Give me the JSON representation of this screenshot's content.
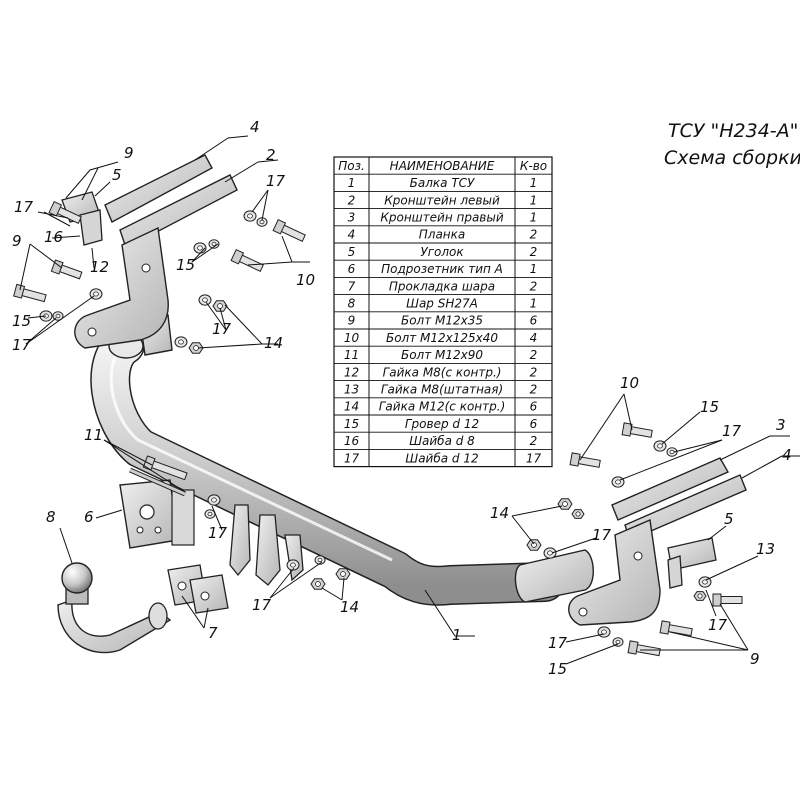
{
  "title": {
    "line1": "ТСУ \"Н234-А\"",
    "line2": "Схема сборки"
  },
  "table": {
    "headers": [
      "Поз.",
      "НАИМЕНОВАНИЕ",
      "К-во"
    ],
    "rows": [
      {
        "pos": "1",
        "name": "Балка ТСУ",
        "qty": "1"
      },
      {
        "pos": "2",
        "name": "Кронштейн левый",
        "qty": "1"
      },
      {
        "pos": "3",
        "name": "Кронштейн правый",
        "qty": "1"
      },
      {
        "pos": "4",
        "name": "Планка",
        "qty": "2"
      },
      {
        "pos": "5",
        "name": "Уголок",
        "qty": "2"
      },
      {
        "pos": "6",
        "name": "Подрозетник тип А",
        "qty": "1"
      },
      {
        "pos": "7",
        "name": "Прокладка шара",
        "qty": "2"
      },
      {
        "pos": "8",
        "name": "Шар SH27A",
        "qty": "1"
      },
      {
        "pos": "9",
        "name": "Болт М12х35",
        "qty": "6"
      },
      {
        "pos": "10",
        "name": "Болт М12х125х40",
        "qty": "4"
      },
      {
        "pos": "11",
        "name": "Болт М12х90",
        "qty": "2"
      },
      {
        "pos": "12",
        "name": "Гайка М8(с контр.)",
        "qty": "2"
      },
      {
        "pos": "13",
        "name": "Гайка М8(штатная)",
        "qty": "2"
      },
      {
        "pos": "14",
        "name": "Гайка М12(с контр.)",
        "qty": "6"
      },
      {
        "pos": "15",
        "name": "Гровер d 12",
        "qty": "6"
      },
      {
        "pos": "16",
        "name": "Шайба d 8",
        "qty": "2"
      },
      {
        "pos": "17",
        "name": "Шайба d 12",
        "qty": "17"
      }
    ]
  },
  "callouts": {
    "c1": "1",
    "c2": "2",
    "c3": "3",
    "c4": "4",
    "c5": "5",
    "c6": "6",
    "c7": "7",
    "c8": "8",
    "c9": "9",
    "c10": "10",
    "c11": "11",
    "c12": "12",
    "c13": "13",
    "c14": "14",
    "c15": "15",
    "c16": "16",
    "c17": "17"
  }
}
